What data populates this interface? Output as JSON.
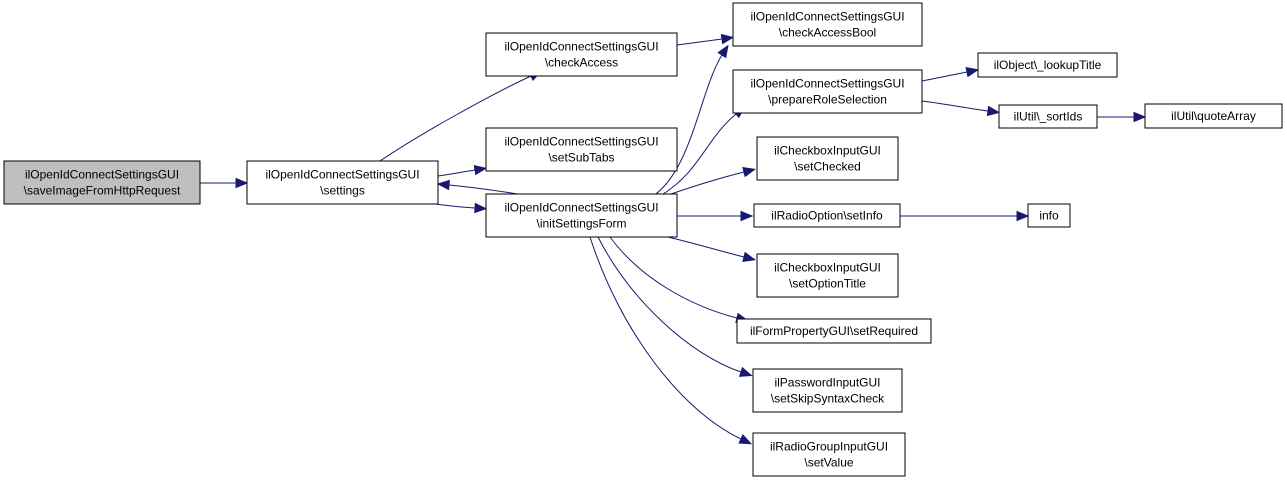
{
  "nodes": [
    {
      "id": "n_root",
      "lines": [
        "ilOpenIdConnectSettingsGUI",
        "\\saveImageFromHttpRequest"
      ],
      "root": true
    },
    {
      "id": "n_settings",
      "lines": [
        "ilOpenIdConnectSettingsGUI",
        "\\settings"
      ]
    },
    {
      "id": "n_checkAccess",
      "lines": [
        "ilOpenIdConnectSettingsGUI",
        "\\checkAccess"
      ]
    },
    {
      "id": "n_setSubTabs",
      "lines": [
        "ilOpenIdConnectSettingsGUI",
        "\\setSubTabs"
      ]
    },
    {
      "id": "n_initSettingsForm",
      "lines": [
        "ilOpenIdConnectSettingsGUI",
        "\\initSettingsForm"
      ]
    },
    {
      "id": "n_checkAccessBool",
      "lines": [
        "ilOpenIdConnectSettingsGUI",
        "\\checkAccessBool"
      ]
    },
    {
      "id": "n_prepareRoleSelection",
      "lines": [
        "ilOpenIdConnectSettingsGUI",
        "\\prepareRoleSelection"
      ]
    },
    {
      "id": "n_setChecked",
      "lines": [
        "ilCheckboxInputGUI",
        "\\setChecked"
      ]
    },
    {
      "id": "n_setInfo",
      "lines": [
        "ilRadioOption\\setInfo"
      ]
    },
    {
      "id": "n_setOptionTitle",
      "lines": [
        "ilCheckboxInputGUI",
        "\\setOptionTitle"
      ]
    },
    {
      "id": "n_setRequired",
      "lines": [
        "ilFormPropertyGUI\\setRequired"
      ]
    },
    {
      "id": "n_setSkipSyntaxCheck",
      "lines": [
        "ilPasswordInputGUI",
        "\\setSkipSyntaxCheck"
      ]
    },
    {
      "id": "n_setValue",
      "lines": [
        "ilRadioGroupInputGUI",
        "\\setValue"
      ]
    },
    {
      "id": "n_lookupTitle",
      "lines": [
        "ilObject\\_lookupTitle"
      ]
    },
    {
      "id": "n_sortIds",
      "lines": [
        "ilUtil\\_sortIds"
      ]
    },
    {
      "id": "n_quoteArray",
      "lines": [
        "ilUtil\\quoteArray"
      ]
    },
    {
      "id": "n_info",
      "lines": [
        "info"
      ]
    }
  ],
  "edges": [
    {
      "from": "n_root",
      "to": "n_settings"
    },
    {
      "from": "n_settings",
      "to": "n_checkAccess"
    },
    {
      "from": "n_settings",
      "to": "n_setSubTabs"
    },
    {
      "from": "n_settings",
      "to": "n_initSettingsForm"
    },
    {
      "from": "n_initSettingsForm",
      "to": "n_settings"
    },
    {
      "from": "n_checkAccess",
      "to": "n_checkAccessBool"
    },
    {
      "from": "n_initSettingsForm",
      "to": "n_checkAccessBool"
    },
    {
      "from": "n_initSettingsForm",
      "to": "n_prepareRoleSelection"
    },
    {
      "from": "n_initSettingsForm",
      "to": "n_setChecked"
    },
    {
      "from": "n_initSettingsForm",
      "to": "n_setInfo"
    },
    {
      "from": "n_initSettingsForm",
      "to": "n_setOptionTitle"
    },
    {
      "from": "n_initSettingsForm",
      "to": "n_setRequired"
    },
    {
      "from": "n_initSettingsForm",
      "to": "n_setSkipSyntaxCheck"
    },
    {
      "from": "n_initSettingsForm",
      "to": "n_setValue"
    },
    {
      "from": "n_prepareRoleSelection",
      "to": "n_lookupTitle"
    },
    {
      "from": "n_prepareRoleSelection",
      "to": "n_sortIds"
    },
    {
      "from": "n_sortIds",
      "to": "n_quoteArray"
    },
    {
      "from": "n_setInfo",
      "to": "n_info"
    }
  ],
  "colors": {
    "edge": "#191970",
    "root_fill": "#bfbfbf",
    "node_fill": "#ffffff",
    "border": "#000000"
  }
}
